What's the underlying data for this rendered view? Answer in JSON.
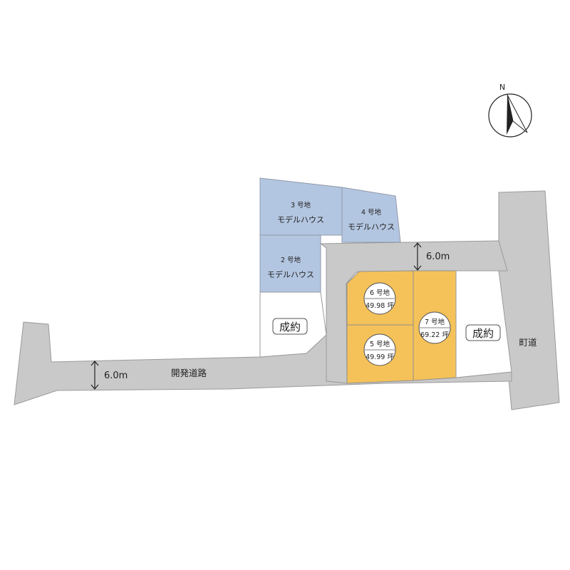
{
  "map": {
    "compass": {
      "letter": "N"
    },
    "roads": {
      "development_road": "開発道路",
      "town_road": "町道",
      "width_main": "6.0m",
      "width_branch": "6.0m"
    },
    "lots": [
      {
        "id": "3",
        "name": "3 号地",
        "status": "モデルハウス"
      },
      {
        "id": "4",
        "name": "4 号地",
        "status": "モデルハウス"
      },
      {
        "id": "2",
        "name": "2 号地",
        "status": "モデルハウス"
      },
      {
        "id": "1",
        "status": "成約"
      },
      {
        "id": "6",
        "name": "6 号地",
        "area": "49.98 坪"
      },
      {
        "id": "5",
        "name": "5 号地",
        "area": "49.99 坪"
      },
      {
        "id": "7",
        "name": "7 号地",
        "area": "69.22 坪"
      },
      {
        "id": "8",
        "status": "成約"
      }
    ],
    "colors": {
      "road": "#c9c9c9",
      "model_house": "#b3c6e1",
      "available": "#f5c259",
      "sold": "#ffffff"
    }
  }
}
